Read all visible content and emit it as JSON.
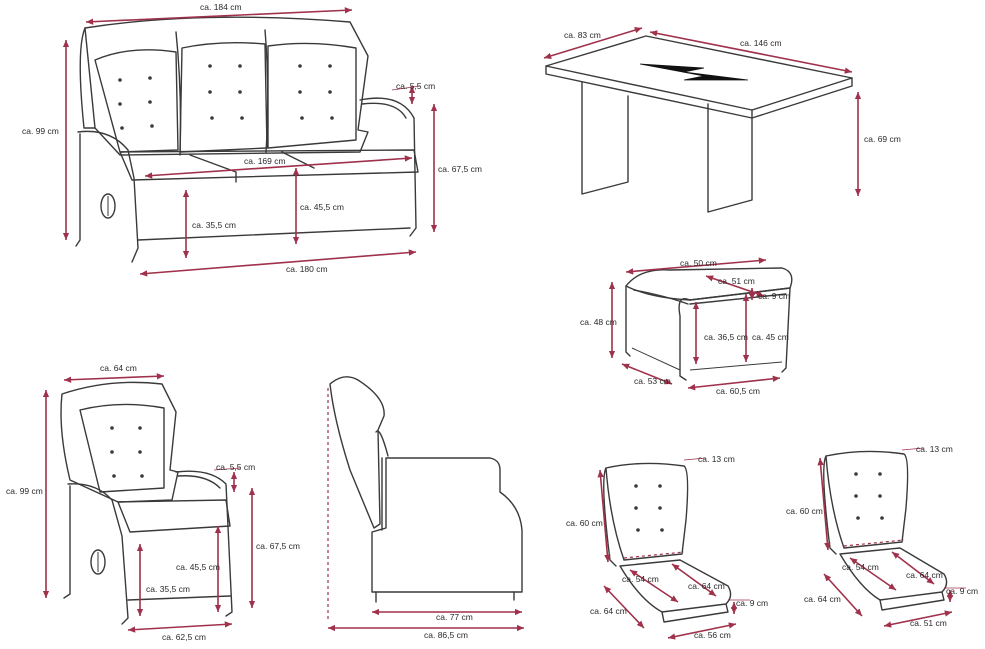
{
  "colors": {
    "outline": "#3a3a3a",
    "dimension": "#a0314b",
    "background": "#ffffff"
  },
  "sofa": {
    "width_top": "ca. 184 cm",
    "height_total": "ca. 99 cm",
    "seat_width": "ca. 169 cm",
    "arm_width": "ca. 5,5 cm",
    "arm_height": "ca. 67,5 cm",
    "seat_height": "ca. 45,5 cm",
    "seat_height_front": "ca. 35,5 cm",
    "width_bottom": "ca. 180 cm"
  },
  "table": {
    "depth": "ca. 83 cm",
    "width": "ca. 146 cm",
    "height": "ca. 69 cm"
  },
  "stool": {
    "top_width": "ca. 50 cm",
    "cushion_width": "ca. 51 cm",
    "cushion_thickness": "ca. 9 cm",
    "height_total": "ca. 48 cm",
    "leg_height": "ca. 36,5 cm",
    "height_front": "ca. 45 cm",
    "depth": "ca. 53 cm",
    "width": "ca. 60,5 cm"
  },
  "armchair": {
    "width_top": "ca. 64 cm",
    "height_total": "ca. 99 cm",
    "arm_width": "ca. 5,5 cm",
    "arm_height": "ca. 67,5 cm",
    "seat_height": "ca. 45,5 cm",
    "seat_height_front": "ca. 35,5 cm",
    "width_bottom": "ca. 62,5 cm"
  },
  "side_view": {
    "depth_upright": "ca. 77 cm",
    "depth_reclined": "ca. 86,5 cm"
  },
  "cushion_a": {
    "back_thickness": "ca. 13 cm",
    "back_height": "ca. 60 cm",
    "seat_depth_left": "ca. 54 cm",
    "seat_depth_right": "ca. 64 cm",
    "seat_thickness": "ca. 9 cm",
    "depth": "ca. 64 cm",
    "width": "ca. 56 cm"
  },
  "cushion_b": {
    "back_thickness": "ca. 13 cm",
    "back_height": "ca. 60 cm",
    "seat_depth_left": "ca. 54 cm",
    "seat_depth_right": "ca. 64 cm",
    "seat_thickness": "ca. 9 cm",
    "depth": "ca. 64 cm",
    "width": "ca. 51 cm"
  }
}
